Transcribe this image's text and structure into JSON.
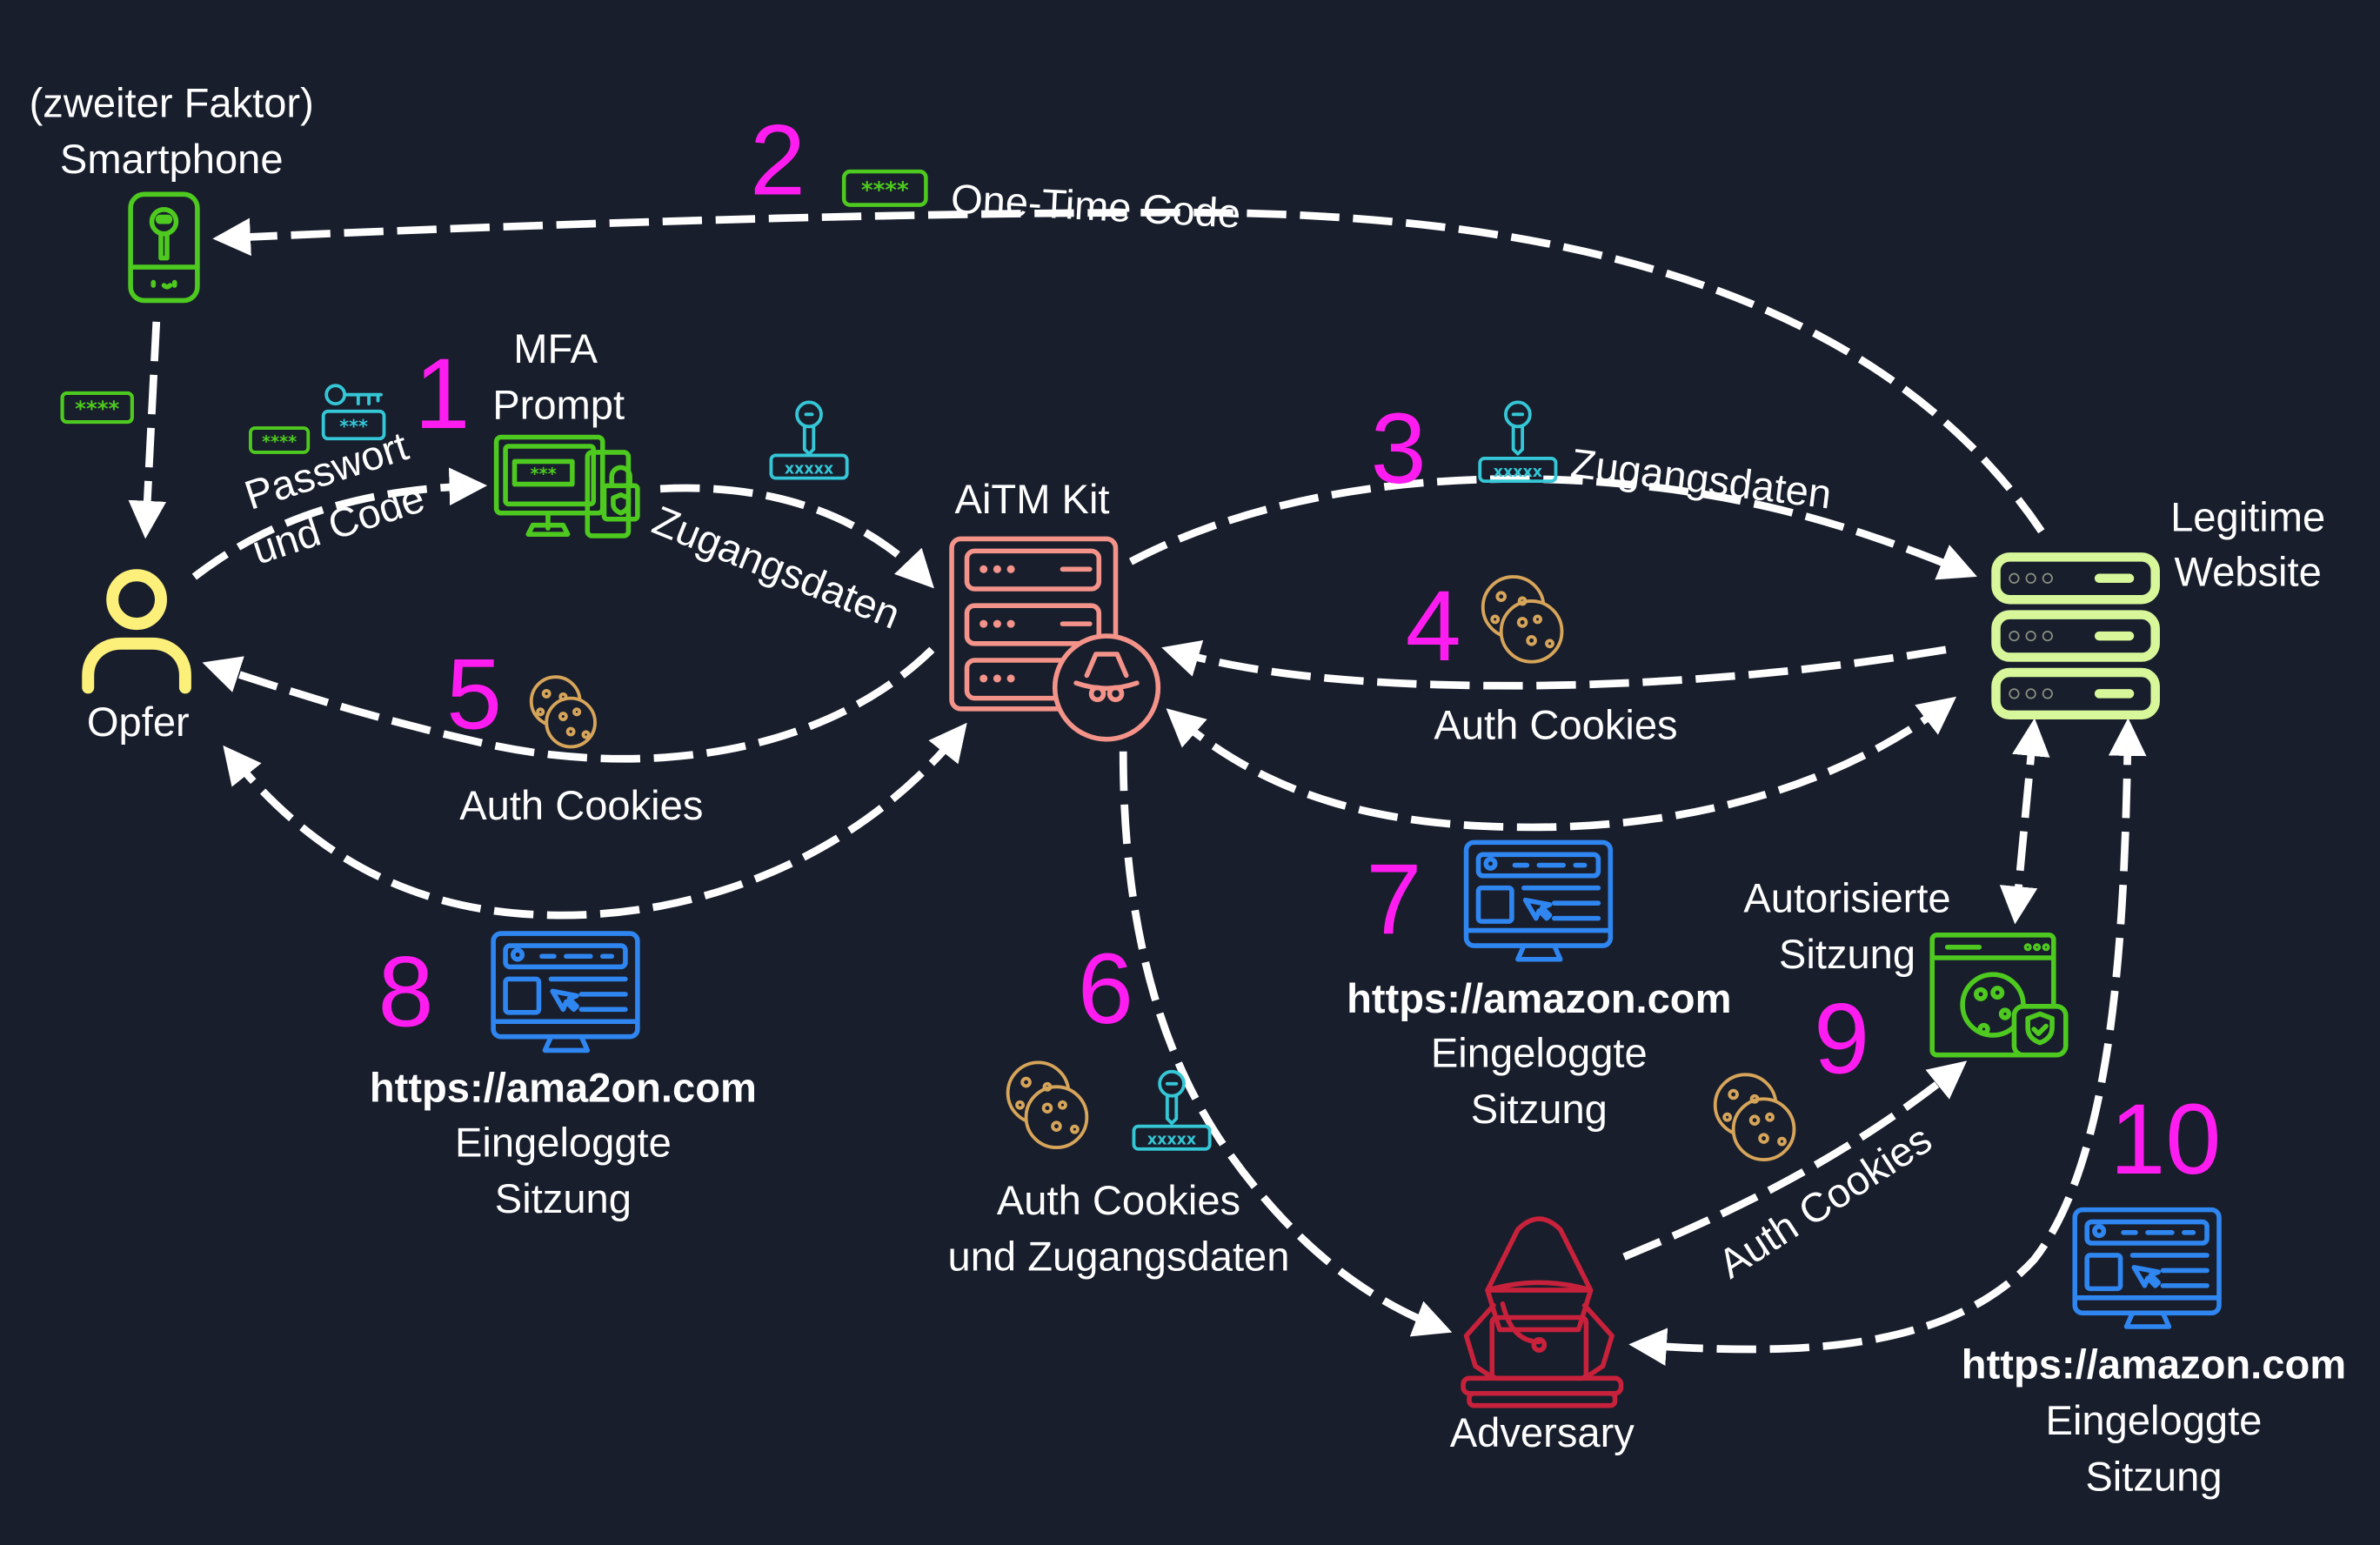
{
  "diagram": {
    "title": "AiTM Phishing Ablauf",
    "colors": {
      "background": "#181e2c",
      "step_number": "#ff1cf0",
      "arrow": "#ffffff",
      "victim": "#fdf07a",
      "smartphone": "#4ec91f",
      "mfa_prompt": "#4ec91f",
      "aitm_kit": "#f4938a",
      "legit_server": "#d8f79a",
      "adversary": "#c8213b",
      "browser": "#2f86f0",
      "cookie": "#d7a55a",
      "credential": "#35c7d6",
      "session": "#4ec91f"
    },
    "nodes": {
      "smartphone": {
        "line1": "(zweiter Faktor)",
        "line2": "Smartphone",
        "icon": "phone-key-icon"
      },
      "victim": {
        "label": "Opfer",
        "icon": "user-icon"
      },
      "mfa_prompt": {
        "line1": "MFA",
        "line2": "Prompt",
        "icon": "monitor-lock-icon"
      },
      "aitm_kit": {
        "label": "AiTM Kit",
        "icon": "server-spy-icon"
      },
      "legit_site": {
        "line1": "Legitime",
        "line2": "Website",
        "icon": "server-icon"
      },
      "adversary": {
        "label": "Adversary",
        "icon": "hacker-icon"
      },
      "authorized_session": {
        "line1": "Autorisierte",
        "line2": "Sitzung",
        "icon": "browser-cookie-shield-icon"
      }
    },
    "steps": [
      {
        "number": "1",
        "label_line1": "Passwort",
        "label_line2": "und Code"
      },
      {
        "number": "2",
        "label": "One-Time Code",
        "badge": "****"
      },
      {
        "number": "3",
        "label": "Zugangsdaten",
        "badge": "xxxxx"
      },
      {
        "number": "4",
        "label": "Auth Cookies"
      },
      {
        "number": "5",
        "label": "Auth Cookies"
      },
      {
        "number": "6",
        "label_line1": "Auth Cookies",
        "label_line2": "und Zugangsdaten",
        "badge": "xxxxx"
      },
      {
        "number": "7",
        "url": "https://amazon.com",
        "line1": "Eingeloggte",
        "line2": "Sitzung"
      },
      {
        "number": "8",
        "url": "https://ama2on.com",
        "line1": "Eingeloggte",
        "line2": "Sitzung"
      },
      {
        "number": "9",
        "label": "Auth Cookies"
      },
      {
        "number": "10",
        "url": "https://amazon.com",
        "line1": "Eingeloggte",
        "line2": "Sitzung"
      }
    ],
    "extra_labels": {
      "mfa_to_kit": "Zugangsdaten",
      "phone_code_badge": "****",
      "victim_code_badge": "****",
      "victim_pw_badge": "***",
      "mfa_pw_badge": "***",
      "kit_cred_badge": "xxxxx"
    }
  }
}
